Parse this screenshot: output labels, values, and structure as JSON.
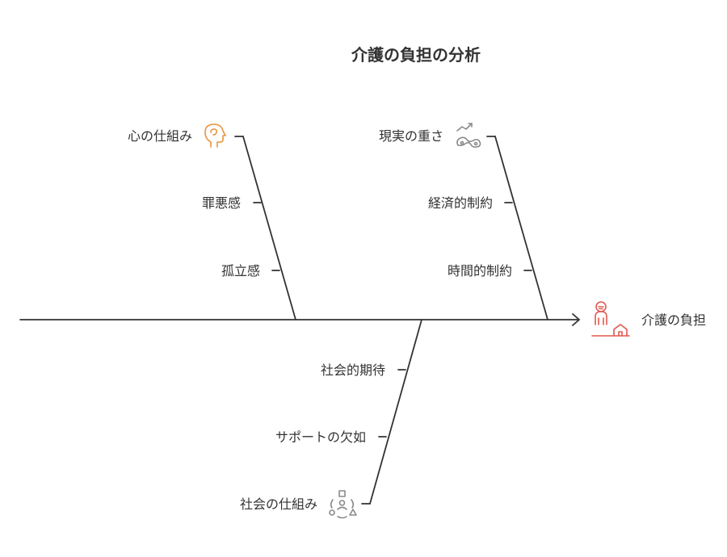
{
  "title": "介護の負担の分析",
  "effect": {
    "label": "介護の負担",
    "icon": "caregiver-icon",
    "color": "#e0584f"
  },
  "categories": [
    {
      "label": "心の仕組み",
      "icon": "mind-icon",
      "color": "#e8943a",
      "causes": [
        "罪悪感",
        "孤立感"
      ]
    },
    {
      "label": "現実の重さ",
      "icon": "burden-icon",
      "color": "#8a8a8a",
      "causes": [
        "経済的制約",
        "時間的制約"
      ]
    },
    {
      "label": "社会の仕組み",
      "icon": "society-icon",
      "color": "#8a8a8a",
      "causes": [
        "社会的期待",
        "サポートの欠如"
      ]
    }
  ]
}
